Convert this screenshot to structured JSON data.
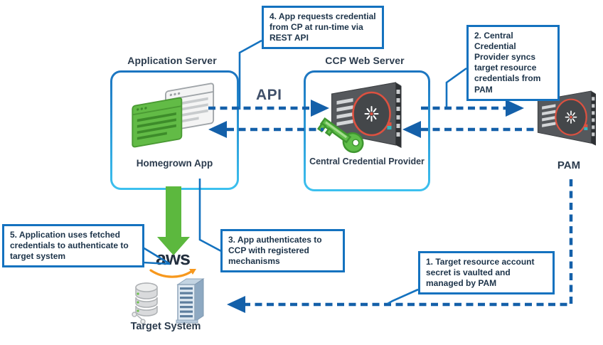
{
  "colors": {
    "callout_border": "#1472bf",
    "arrow_blue": "#1460a9",
    "leader_blue": "#1472bf",
    "box_border_top": "#1b74c0",
    "box_border_bottom": "#3cc1ef",
    "green_arrow": "#5cb83e",
    "text_dark": "#1c3349",
    "label_dark": "#2b3b4d",
    "api_gray": "#40506a",
    "aws_dark": "#232f3e",
    "aws_orange": "#f7981d"
  },
  "nodes": {
    "application_server": {
      "title": "Application Server",
      "label": "Homegrown App"
    },
    "ccp": {
      "title": "CCP Web Server",
      "label": "Central Credential Provider"
    },
    "pam": {
      "label": "PAM"
    },
    "target": {
      "label": "Target System"
    },
    "aws": {
      "label": "aws"
    },
    "api": {
      "label": "API"
    }
  },
  "callouts": {
    "step1": {
      "text": "1. Target resource account secret is vaulted and managed by PAM"
    },
    "step2": {
      "text": "2. Central Credential Provider syncs target resource credentials from PAM"
    },
    "step3": {
      "text": "3. App authenticates to CCP with registered mechanisms"
    },
    "step4": {
      "text": "4. App requests credential from CP at run-time via REST API"
    },
    "step5": {
      "text": "5. Application uses fetched credentials to authenticate to target system"
    }
  }
}
